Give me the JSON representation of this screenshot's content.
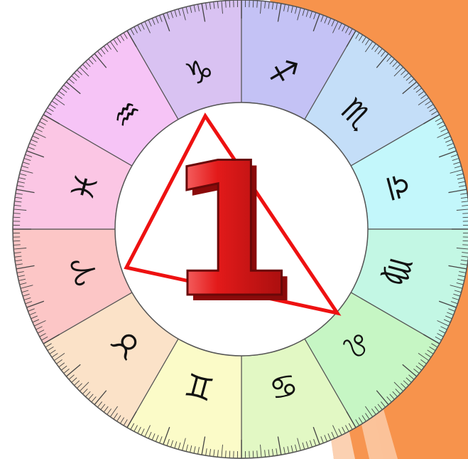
{
  "wheel": {
    "signs": [
      {
        "name": "Capricorn",
        "glyph": "♑",
        "color": "#d9c2f2"
      },
      {
        "name": "Sagittarius",
        "glyph": "♐",
        "color": "#c4c2f5"
      },
      {
        "name": "Scorpio",
        "glyph": "♏",
        "color": "#c4def8"
      },
      {
        "name": "Libra",
        "glyph": "♎",
        "color": "#c3f7fb"
      },
      {
        "name": "Virgo",
        "glyph": "♍",
        "color": "#c3f7e4"
      },
      {
        "name": "Leo",
        "glyph": "♌",
        "color": "#c6f6c4"
      },
      {
        "name": "Cancer",
        "glyph": "♋",
        "color": "#e2f8c4"
      },
      {
        "name": "Gemini",
        "glyph": "♊",
        "color": "#fbfbc8"
      },
      {
        "name": "Taurus",
        "glyph": "♉",
        "color": "#fbe2c8"
      },
      {
        "name": "Aries",
        "glyph": "♈",
        "color": "#fcc6c6"
      },
      {
        "name": "Pisces",
        "glyph": "♓",
        "color": "#fbc6e4"
      },
      {
        "name": "Aquarius",
        "glyph": "♒",
        "color": "#f6c4f6"
      }
    ],
    "center_number": "1",
    "colors": {
      "triangle": "#ee1111",
      "number_face": "#e31a1a",
      "number_shadow": "#8a0a0a",
      "background_accent": "#f79550",
      "tick": "#444444"
    }
  }
}
